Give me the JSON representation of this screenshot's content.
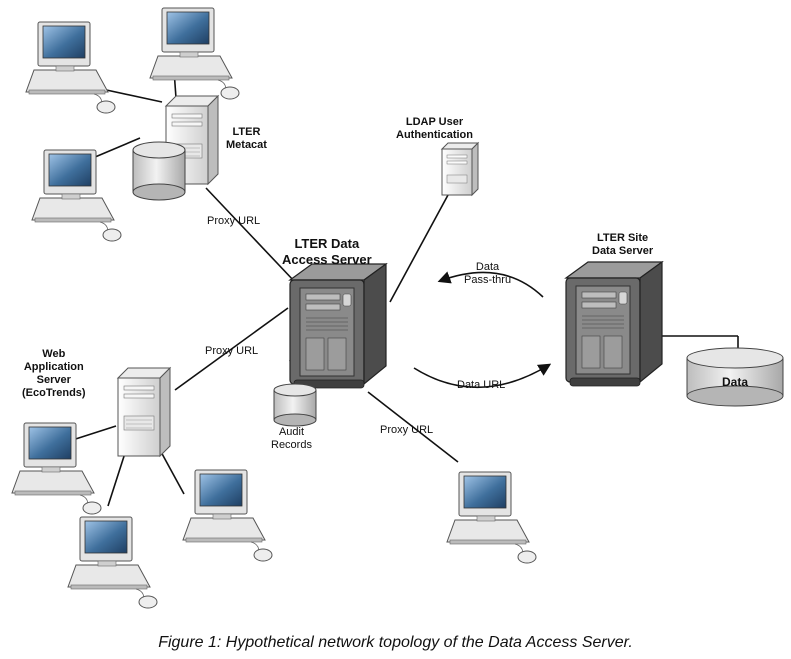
{
  "nodes": {
    "metacat": [
      "LTER",
      "Metacat"
    ],
    "ldap": [
      "LDAP User",
      "Authentication"
    ],
    "das": [
      "LTER Data",
      "Access Server"
    ],
    "site": [
      "LTER Site",
      "Data Server"
    ],
    "webapp": [
      "Web",
      "Application",
      "Server",
      "(EcoTrends)"
    ],
    "audit": [
      "Audit",
      "Records"
    ],
    "data_cylinder": "Data"
  },
  "edges": {
    "proxy_metacat": "Proxy URL",
    "proxy_webapp": "Proxy URL",
    "proxy_client": "Proxy URL",
    "pass_thru": [
      "Data",
      "Pass-thru"
    ],
    "data_url": "Data URL"
  },
  "caption": "Figure 1: Hypothetical network topology of the Data Access Server."
}
